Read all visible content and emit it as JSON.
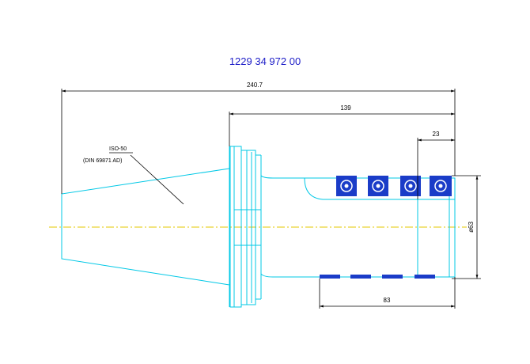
{
  "drawing": {
    "part_number": "1229 34 972 00",
    "dimensions": {
      "overall_length": "240.7",
      "body_length": "139",
      "insert_width": "23",
      "diameter": "ø63",
      "cutting_length": "83"
    },
    "labels": {
      "taper": "ISO-50",
      "standard": "(DIN 69871 AD)"
    },
    "colors": {
      "outline": "#00c8e6",
      "dimension": "#000000",
      "centerline": "#e6c800",
      "insert": "#1a3cc8",
      "title": "#2020c8"
    },
    "icons": {
      "insert": "indexable-insert-icon"
    }
  }
}
